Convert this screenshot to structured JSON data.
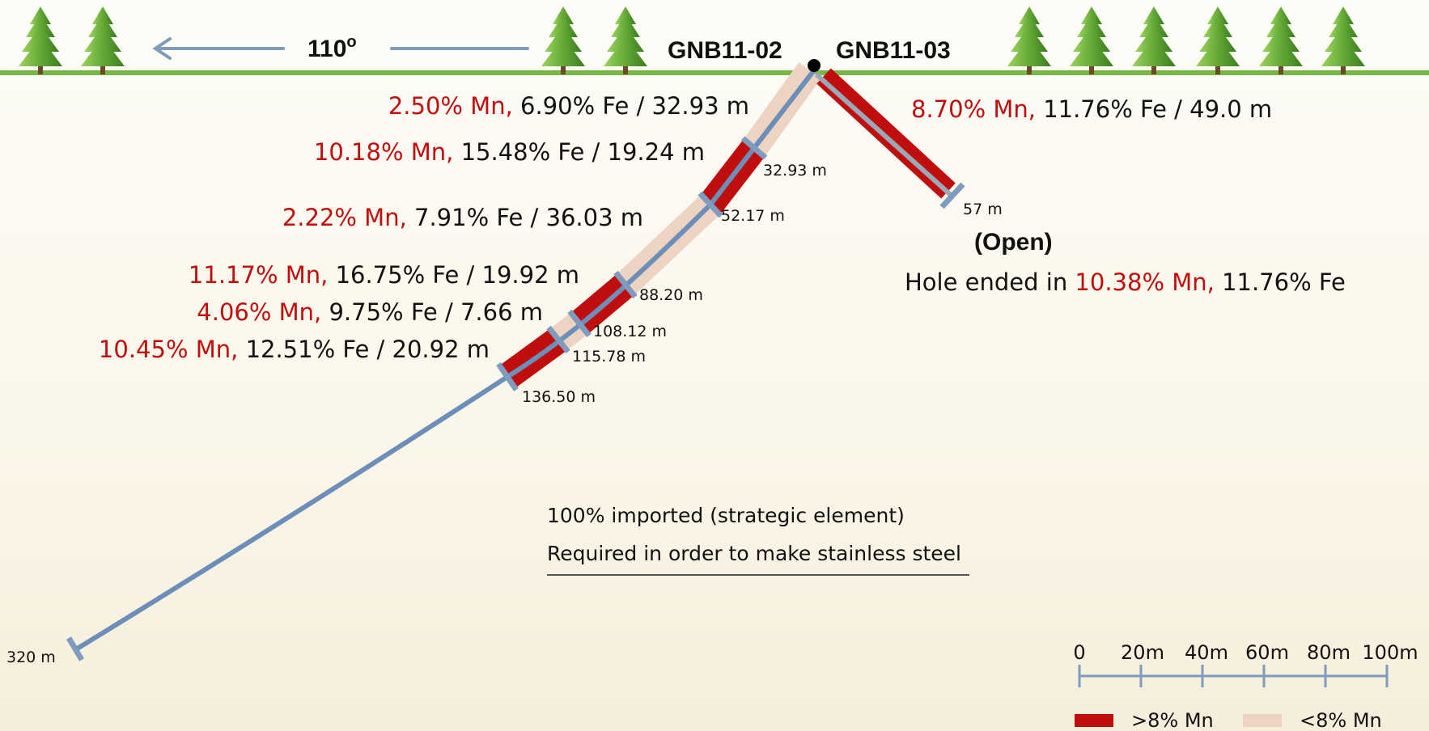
{
  "header": {
    "direction": "110",
    "direction_sup": "o",
    "hole_a": "GNB11-02",
    "hole_b": "GNB11-03"
  },
  "intervals_02": [
    {
      "mn": "2.50% Mn,",
      "rest": "6.90% Fe / 32.93 m"
    },
    {
      "mn": "10.18% Mn,",
      "rest": "15.48% Fe / 19.24 m"
    },
    {
      "mn": "2.22% Mn,",
      "rest": "7.91% Fe / 36.03 m"
    },
    {
      "mn": "11.17% Mn,",
      "rest": "16.75% Fe / 19.92 m"
    },
    {
      "mn": "4.06% Mn,",
      "rest": "9.75% Fe / 7.66 m"
    },
    {
      "mn": "10.45% Mn,",
      "rest": "12.51% Fe / 20.92 m"
    }
  ],
  "depths_02": [
    "32.93 m",
    "52.17 m",
    "88.20 m",
    "108.12 m",
    "115.78 m",
    "136.50 m",
    "320 m"
  ],
  "hole_03": {
    "mn": "8.70% Mn,",
    "rest": "11.76% Fe / 49.0 m",
    "depth": "57 m",
    "status": "(Open)",
    "ended_prefix": "Hole ended in",
    "ended_mn": "10.38% Mn,",
    "ended_fe": "11.76% Fe"
  },
  "notes": {
    "line1": "100% imported (strategic element)",
    "line2": "Required in order to make stainless steel"
  },
  "scale_bar": {
    "ticks": [
      "0",
      "20m",
      "40m",
      "60m",
      "80m",
      "100m"
    ]
  },
  "legend": {
    "high": ">8% Mn",
    "low": "<8% Mn",
    "high_color": "#c00d0d",
    "low_color": "#ecd3c2"
  },
  "colors": {
    "ground": "#76b843",
    "drillhole": "#6b8fb8",
    "arrow": "#7f9bbd",
    "tree": "#63a83a"
  }
}
